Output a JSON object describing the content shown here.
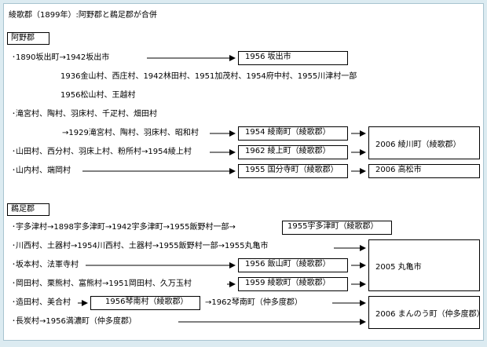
{
  "title": "綾歌郡（1899年）:阿野郡と鵜足郡が合併",
  "ano": {
    "header": "阿野郡",
    "r1": "･1890坂出町→1942坂出市",
    "b1": "1956 坂出市",
    "sub1": "1936金山村、西庄村、1942林田村、1951加茂村、1954府中村、1955川津村一部",
    "sub2": "1956松山村、王越村",
    "r2": "･滝宮村、陶村、羽床村、千疋村、畑田村",
    "r3": "→1929滝宮村、陶村、羽床村、昭和村",
    "b3": "1954 綾南町（綾歌郡）",
    "r4": "･山田村、西分村、羽床上村、粉所村→1954綾上村",
    "b4": "1962 綾上町（綾歌郡）",
    "r5": "･山内村、端岡村",
    "b5": "1955 国分寺町（綾歌郡）",
    "f1": "2006 綾川町（綾歌郡）",
    "f2": "2006 高松市"
  },
  "uta": {
    "header": "鵜足郡",
    "r1": "･宇多津村→1898宇多津町→1942宇多津町→1955飯野村一部→",
    "b1": "1955宇多津町（綾歌郡）",
    "r2": "･川西村、土器村→1954川西村、土器村→1955飯野村一部→1955丸亀市",
    "r3": "･坂本村、法軍寺村",
    "b3": "1956 飯山町（綾歌郡）",
    "r4": "･岡田村、栗熊村、富熊村→1951岡田村、久万玉村",
    "b4": "1959 綾歌町（綾歌郡）",
    "r5": "･造田村、美合村",
    "b5": "1956琴南村（綾歌郡）",
    "r5b": "→1962琴南町（仲多度郡）",
    "r6": "･長炭村→1956満濃町（仲多度郡）",
    "f1": "2005 丸亀市",
    "f2": "2006 まんのう町（仲多度郡）"
  }
}
